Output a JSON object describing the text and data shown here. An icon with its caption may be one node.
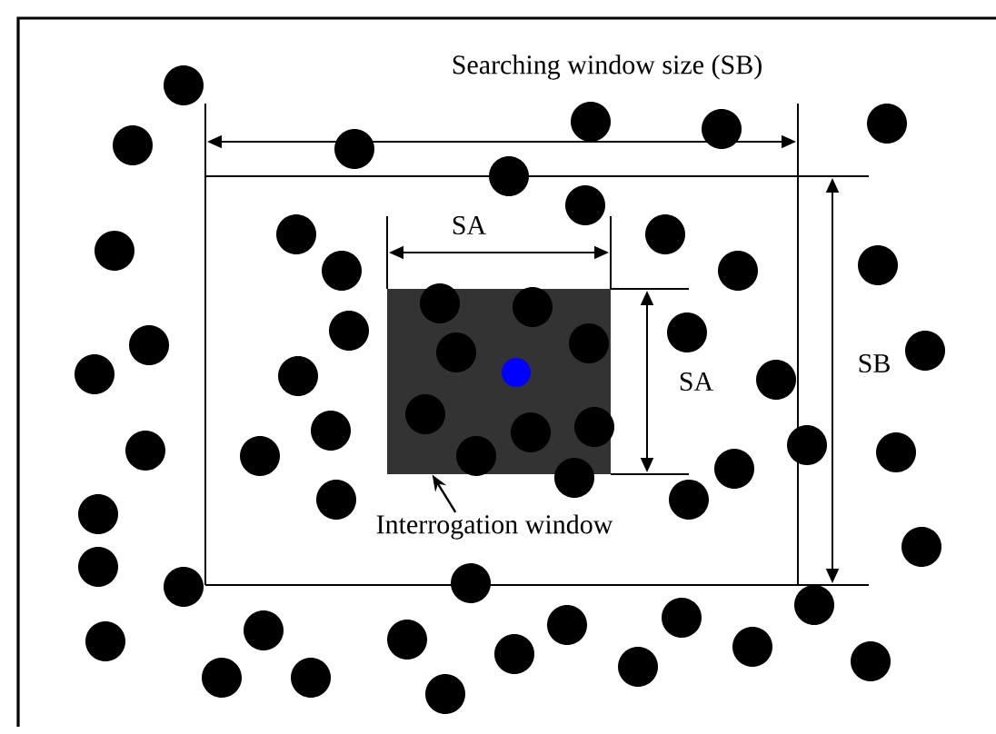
{
  "diagram": {
    "nodes": [
      {
        "text": [
          "Interrogation window"
        ]
      },
      {
        "text": [],
        "shape": "box"
      }
    ],
    "edges": [
      {
        "from": 0,
        "to": 1,
        "arrow": "to"
      }
    ],
    "labels": [
      "Searching window size (SB)",
      "SA",
      "SA",
      "SB"
    ]
  }
}
